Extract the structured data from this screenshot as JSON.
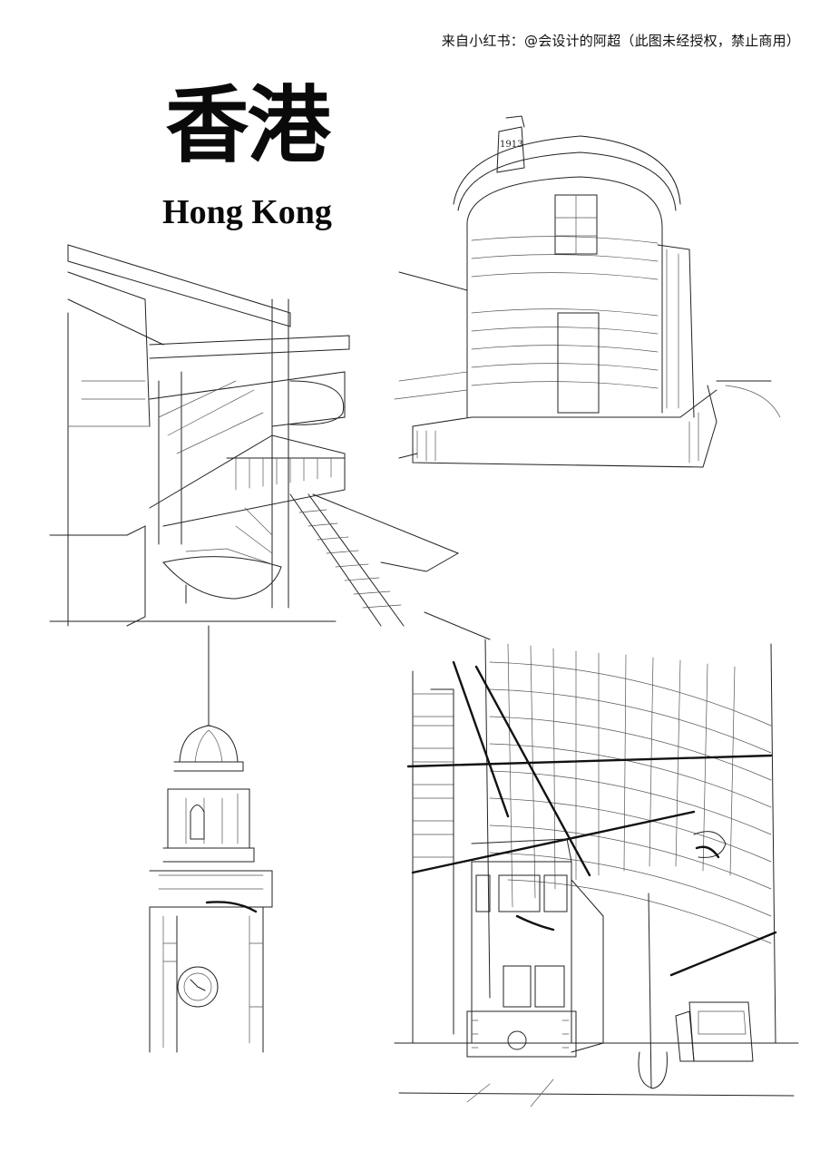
{
  "credit": "来自小红书：@会设计的阿超（此图未经授权，禁止商用）",
  "title": {
    "chinese": "香港",
    "english": "Hong Kong"
  },
  "sketches": {
    "building_plaque": "1913"
  }
}
